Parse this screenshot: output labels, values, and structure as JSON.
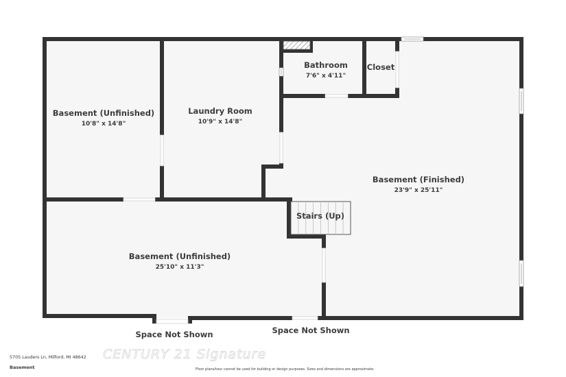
{
  "plan": {
    "floor_label": "Basement",
    "address": "5705 Lauders Ln, Milford, MI 48642",
    "disclaimer": "Floor plans/tour cannot be used for building or design purposes. Sizes and dimensions are approximate.",
    "watermark": "CENTURY 21 Signature",
    "colors": {
      "wall": "#333333",
      "floor": "#f6f6f6",
      "text": "#3c3c3c"
    }
  },
  "rooms": [
    {
      "name": "Basement (Unfinished)",
      "dims": "10'8\" x 14'8\""
    },
    {
      "name": "Laundry Room",
      "dims": "10'9\" x 14'8\""
    },
    {
      "name": "Bathroom",
      "dims": "7'6\" x 4'11\""
    },
    {
      "name": "Closet",
      "dims": ""
    },
    {
      "name": "Basement (Finished)",
      "dims": "23'9\" x 25'11\""
    },
    {
      "name": "Stairs (Up)",
      "dims": ""
    },
    {
      "name": "Basement (Unfinished)",
      "dims": "25'10\" x 11'3\""
    }
  ],
  "space_not_shown": [
    {
      "label": "Space Not Shown"
    },
    {
      "label": "Space Not Shown"
    }
  ]
}
